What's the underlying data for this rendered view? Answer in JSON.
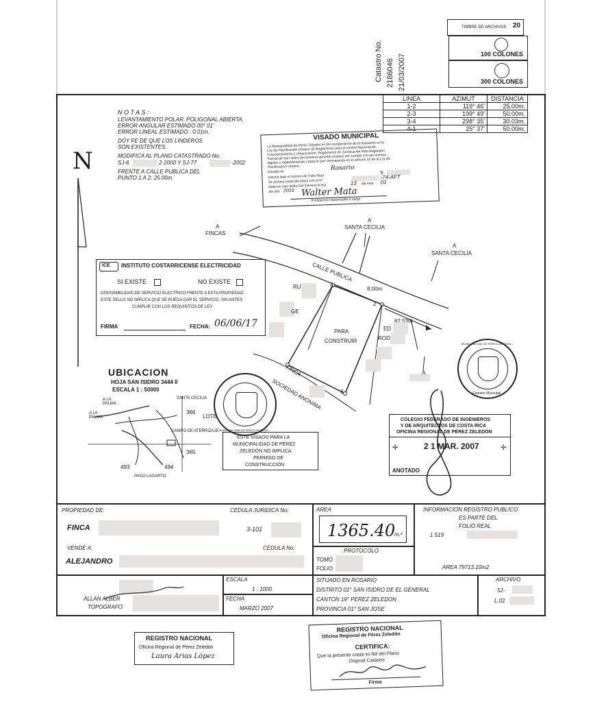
{
  "catastro": {
    "label": "Catastro No.",
    "number": "2186046",
    "date": "21/03/2007"
  },
  "stamps": {
    "timbre": "TIMBRE DE ARCHIVOS",
    "value_20": "20",
    "value_100": "100 COLONES",
    "value_300": "300 COLONES"
  },
  "azimut_table": {
    "headers": [
      "LINEA",
      "AZIMUT",
      "DISTANCIA"
    ],
    "rows": [
      [
        "1-2",
        "119° 46'",
        "25.00m."
      ],
      [
        "2-3",
        "199° 49'",
        "50.00m."
      ],
      [
        "3-4",
        "298° 35'",
        "30.03m."
      ],
      [
        "4-1",
        "25° 37'",
        "50.00m."
      ]
    ]
  },
  "notes": {
    "title": "N O T A S :",
    "line1": "LEVANTAMIENTO POLAR, POLIGONAL ABIERTA.",
    "line2": "ERROR ANGULAR ESTIMADO 00° 01'",
    "line3": "ERROR LINEAL ESTIMADO : 0.01m.",
    "line4": "DOY FE DE QUE LOS LINDEROS",
    "line5": "SON EXISTENTES.",
    "line6": "MODIFICA AL PLANO CATASTRADO No.",
    "line7a": "SJ-6",
    "line7b": "2-2000 Y SJ-77",
    "line7c": "-2002",
    "line8": "FRENTE A CALLE PUBLICA DEL",
    "line9": "PUNTO 1 A 2: 25.00m"
  },
  "visado": {
    "title": "VISADO MUNICIPAL",
    "text1": "La Municipalidad de Pérez Zeledón en fiel cumplimiento de lo dispuesto en la",
    "text2": "Ley de Planificación Urbana. El Reglamento para el control Nacional de",
    "text3": "Fraccionamiento y Urbanización. Reglamento de Zonificación Plan Regulador",
    "text4": "Parcial de San Isidro del General aprueba el plano por cumplir con las normas",
    "text5": "legales y reglamentarias y para lo que corresponda en el artículo 33 de la Ley de",
    "text6": "Planificación Urbana.",
    "situado_label": "Situado en",
    "situado_value": "Rosario",
    "folio_label": "Inscrito bajo el número de Folio Real",
    "folio_value": "5",
    "plano_label": "Se archiva copia del plano con el N°",
    "plano_value": "-74-AFT",
    "dado_label": "Dado en San Isidro Del General el día",
    "dado_day": "13",
    "dado_mes": "del mes",
    "dado_month": "01",
    "anio_label": "del año",
    "anio_value": "2019",
    "signature": "Walter Mata",
    "profesional": "Profesional responsable a cargo"
  },
  "north": "N",
  "map_labels": {
    "fincas": "A\nFINCAS",
    "a1": "A",
    "fincas_txt": "FINCAS",
    "sc1_a": "A",
    "sc1": "SANTA CECILIA",
    "sc2_a": "A",
    "sc2": "SANTA CECILIA",
    "calle": "CALLE PUBLICA",
    "ancho": "8.00m",
    "dist": "62.53m",
    "para": "PARA",
    "construir": "CONSTRUIR",
    "pt1": "1",
    "pt2": "2",
    "pt3": "3",
    "ru": "RU",
    "ge": "GE",
    "ed": "ED",
    "rod": "ROD",
    "finca": "FINCA",
    "sociedad": "SOCIEDAD ANONIMA",
    "a_bottom": "A"
  },
  "ice": {
    "logo": "ICE",
    "title": "INSTITUTO COSTARRICENSE ELECTRICIDAD",
    "si": "SI EXISTE",
    "no": "NO EXISTE",
    "text1": "DISPONIBILIDAD DE SERVICIO ELECTRICO FRENTE A ESTA PROPIEDAD.",
    "text2": "ESTE SELLO NO IMPLICA QUE SE PUEDA DAR EL SERVICIO, SIN ANTES",
    "text3": "CUMPLIR CON LOS REQUISITOS DE LEY",
    "firma": "FIRMA",
    "fecha": "FECHA:",
    "fecha_value": "06/06/17"
  },
  "ubicacion": {
    "title": "UBICACION",
    "hoja": "HOJA SAN ISIDRO 3444 II",
    "escala": "ESCALA 1 : 50000",
    "a_la_palma1": "A LA\nPALMA",
    "a_la_palma2": "A LA\nPALMA",
    "santa_cecilia": "SANTA CECILIA",
    "n366": "366",
    "n365": "365",
    "n493": "493",
    "n494": "494",
    "lote": "LOTE",
    "campo": "CAMPO DE ATERRIZAJE",
    "paso": "PASO LAGARTO"
  },
  "visado_note": {
    "l1": "ESTE VISADO PARA LA",
    "l2": "MUNICIPALIDAD DE PÉREZ",
    "l3": "ZELEDÓN NO IMPLICA",
    "l4": "PERMISO DE",
    "l5": "CONSTRUCCIÓN"
  },
  "seals": {
    "municipal_left": "MUNICIPALIDAD DE PÉREZ ZELEDÓN",
    "municipal_right": "MUNICIPALIDAD DE PÉREZ ZELEDÓN",
    "catastro_municipal": "Catastro Municipal"
  },
  "colegio": {
    "l1": "COLEGIO FEDERADO DE INGENIEROS",
    "l2": "Y DE ARQUITECTOS DE COSTA RICA",
    "l3": "OFICINA REGIONAL DE PÉREZ ZELEDÓN",
    "date": "2 1 MAR. 2007",
    "anotado": "ANOTADO"
  },
  "title_block": {
    "propiedad_de": "PROPIEDAD DE:",
    "cedula_juridica": "CEDULA JURIDICA No:",
    "finca": "FINCA",
    "cedula_value": "3-101",
    "vende_a": "VENDE A:",
    "cedula_no": "CEDULA No:",
    "alejandro": "ALEJANDRO",
    "area_label": "AREA",
    "area_value": "1365.40",
    "area_unit": "m.²",
    "protocolo": "PROTOCOLO",
    "tomo": "TOMO",
    "folio": "FOLIO",
    "info_registro": "INFORMACION REGISTRO PUBLICO",
    "es_parte": "ES PARTE DEL",
    "folio_real": "FOLIO REAL",
    "folio_real_value": "1 519",
    "area_total": "AREA 79713.10m2",
    "escala_label": "ESCALA",
    "escala_value": "1 : 1000",
    "fecha_label": "FECHA",
    "fecha_value": "MARZO 2007",
    "allan": "ALLAN ALBER",
    "topografo": "TOPOGRAFO",
    "situado": "SITUADO EN ROSARIO",
    "distrito": "DISTRITO 01° SAN ISIDRO DE EL GENERAL",
    "canton": "CANTON 19° PEREZ ZELEDON",
    "provincia": "PROVINCIA 01° SAN JOSE",
    "archivo": "ARCHIVO",
    "archivo_value": "52-",
    "l02": "L.02"
  },
  "registro_left": {
    "l1": "REGISTRO NACIONAL",
    "l2": "Oficina Regional de Pérez Zeledón",
    "l3": "Laura Arias López"
  },
  "registro_right": {
    "l1": "REGISTRO NACIONAL",
    "l2": "Oficina Regional de Pérez Zeledón",
    "l3": "CERTIFICA:",
    "l4": "Que la presente copia es fiel del Plano",
    "l5": "Original Catastro",
    "firma": "Firma"
  }
}
